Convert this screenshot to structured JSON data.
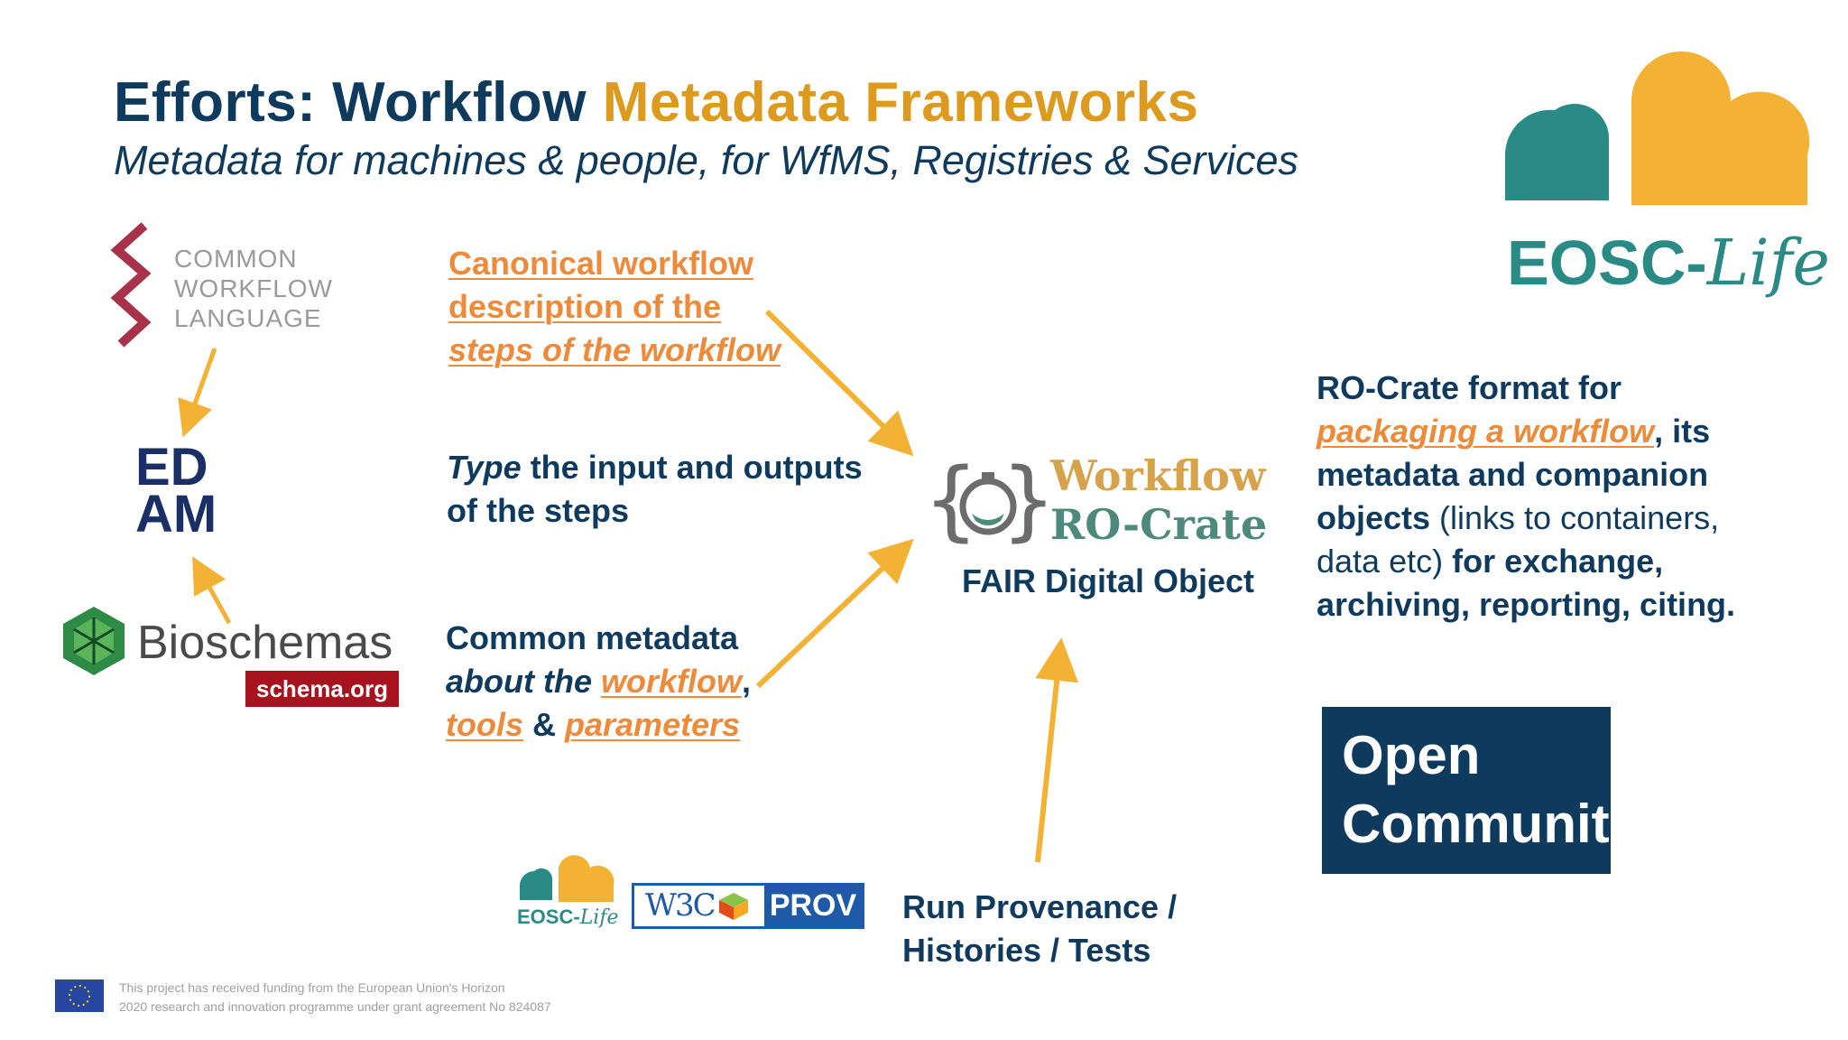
{
  "title": {
    "part1": "Efforts:  Workflow ",
    "part2": "Metadata Frameworks"
  },
  "subtitle": "Metadata for machines & people, for WfMS, Registries & Services",
  "logos": {
    "cwl": [
      "COMMON",
      "WORKFLOW",
      "LANGUAGE"
    ],
    "edam": [
      "ED",
      "AM"
    ],
    "bioschemas": "Bioschemas",
    "schemaorg": "schema.org",
    "eosc_big": {
      "main": "EOSC-",
      "life": "Life"
    },
    "eosc_small": {
      "main": "EOSC-",
      "life": "Life"
    },
    "w3c": "W3C",
    "prov": "PROV",
    "workflow_ro_crate": {
      "line1": "Workflow",
      "line2": "RO-Crate"
    }
  },
  "canonical": {
    "line1": "Canonical workflow",
    "line2": "description of the",
    "line3": "steps of the workflow"
  },
  "type_text": {
    "italic": "Type",
    "rest": " the input and outputs",
    "line2": "of the steps"
  },
  "common_meta": {
    "line1": "Common metadata",
    "line2_prefix": "about the ",
    "workflow": "workflow",
    "comma": ",",
    "tools": "tools",
    "amp": " & ",
    "parameters": "parameters"
  },
  "fair_label": "FAIR Digital Object",
  "ro_crate_desc": {
    "line1": "RO-Crate format for",
    "link": "packaging a workflow",
    "after_link": ", its",
    "line3": "metadata and companion",
    "objects": "objects",
    "objects_rest": " (links to containers,",
    "data_etc": "data etc)",
    "exchange": " for exchange,",
    "line6": "archiving, reporting, citing."
  },
  "open_communities": {
    "line1": "Open",
    "line2": "Communities"
  },
  "run_provenance": {
    "line1": "Run Provenance /",
    "line2": "Histories / Tests"
  },
  "funding": {
    "line1": "This project has received funding from the European Union's Horizon",
    "line2": "2020 research and innovation programme under grant agreement No 824087"
  },
  "colors": {
    "navy": "#0e3a5e",
    "gold": "#dc9a1f",
    "orange": "#ee8b3a",
    "teal": "#2a8a86",
    "arrow": "#f3b233"
  }
}
